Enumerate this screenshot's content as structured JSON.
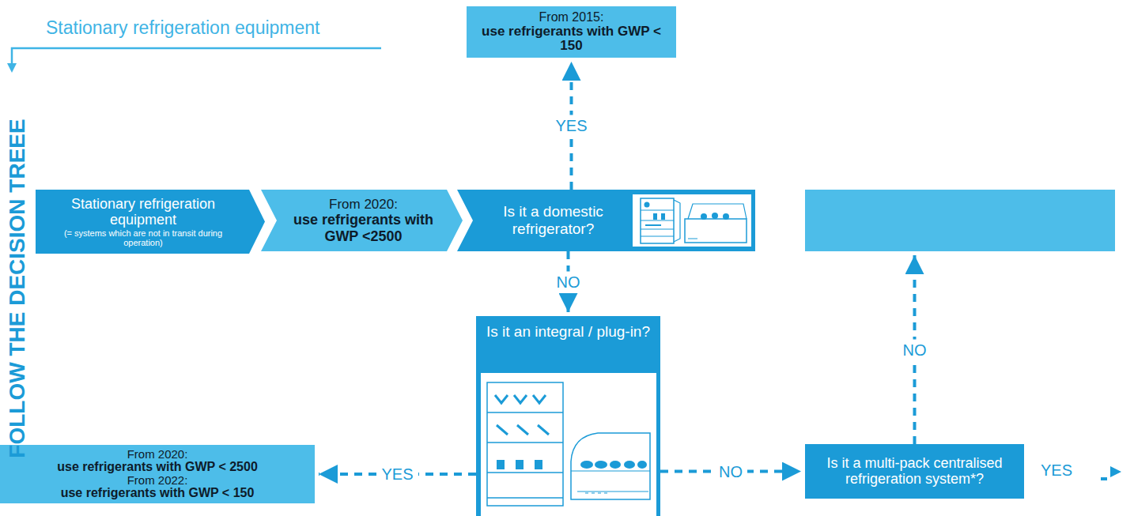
{
  "diagram": {
    "title": "Stationary refrigeration equipment",
    "nodes": [
      {
        "text": [
          "Stationary refrigeration equipment",
          "(= systems which are not in transit during operation)"
        ]
      },
      {
        "text": [
          "From 2020:",
          "use refrigerants with GWP <2500"
        ]
      },
      {
        "text": [
          "Is it a domestic refrigerator?"
        ]
      },
      {
        "text": [
          "From 2015:",
          "use refrigerants with GWP < 150"
        ]
      },
      {
        "text": [
          "Is it an integral / plug-in?"
        ]
      },
      {
        "text": [
          "From 2020:",
          "use refrigerants with GWP < 2500",
          "From 2022:",
          "use refrigerants with GWP < 150"
        ]
      },
      {
        "text": [
          "Is it a multi-pack centralised refrigeration system*?"
        ]
      },
      {
        "text": []
      }
    ],
    "edges": [
      {
        "from": 2,
        "to": 3,
        "arrow": "to",
        "label": "YES"
      },
      {
        "from": 2,
        "to": 4,
        "arrow": "to",
        "label": "NO"
      },
      {
        "from": 4,
        "to": 5,
        "arrow": "to",
        "label": "YES"
      },
      {
        "from": 4,
        "to": 6,
        "arrow": "to",
        "label": "NO"
      },
      {
        "from": 6,
        "to": 7,
        "arrow": "to",
        "label": "NO"
      }
    ],
    "labels": [
      "FOLLOW THE DECISION TREEE",
      "YES"
    ]
  }
}
